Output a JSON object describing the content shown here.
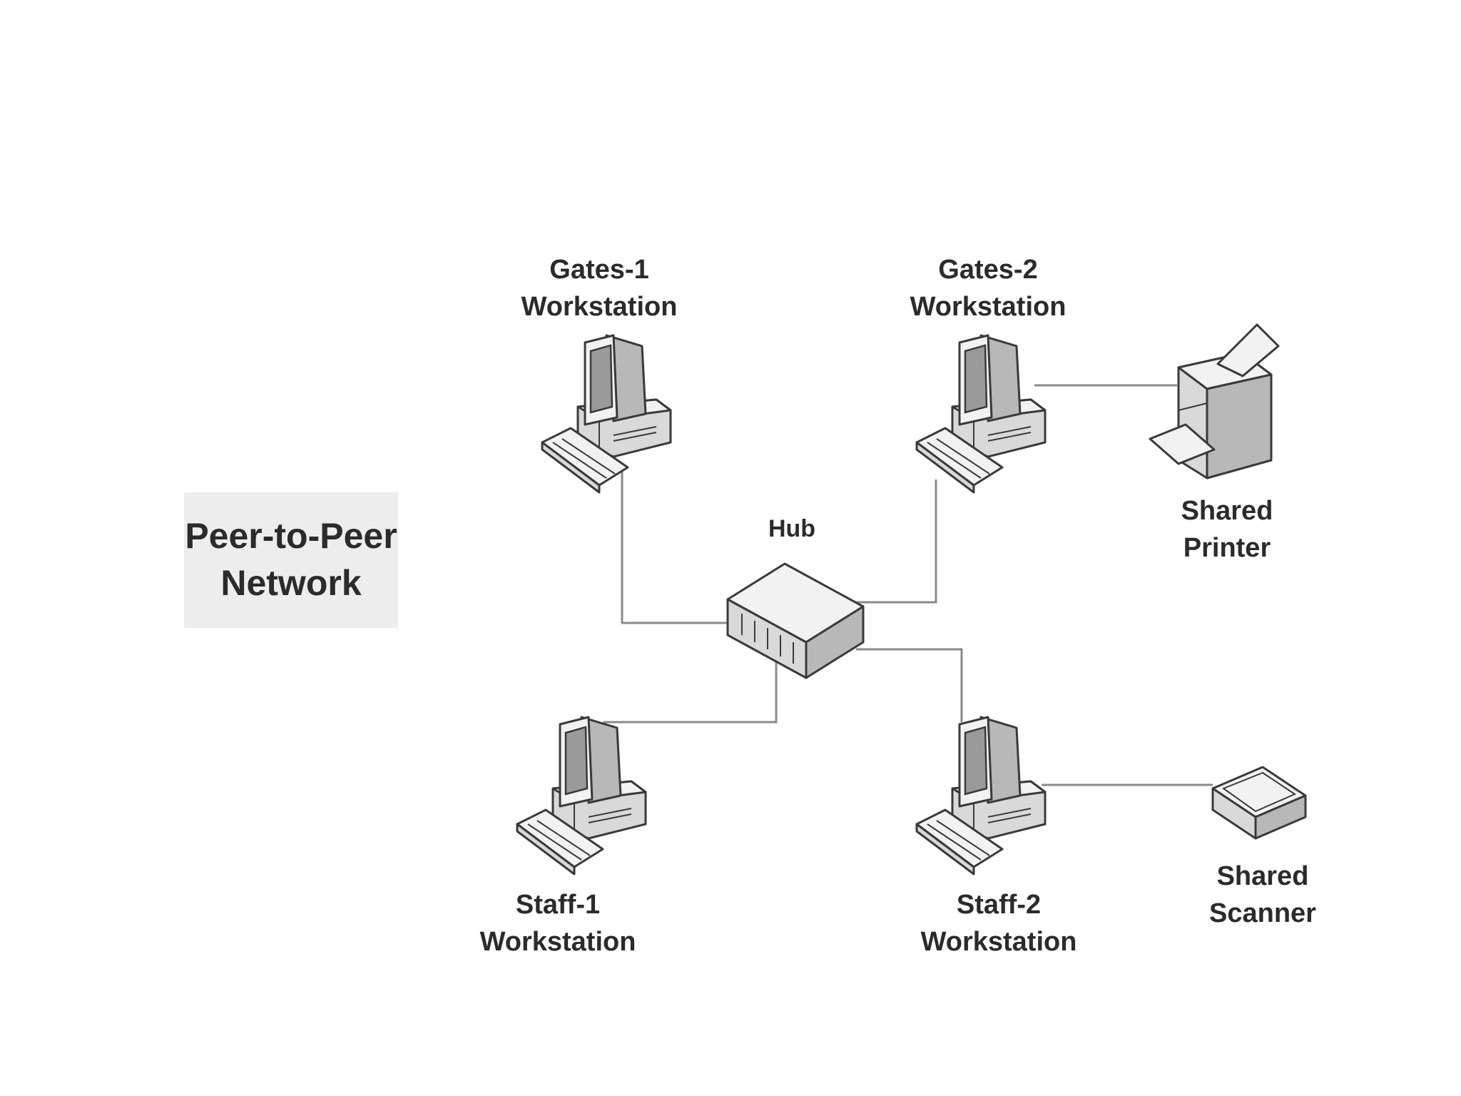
{
  "title": {
    "line1": "Peer-to-Peer",
    "line2": "Network"
  },
  "hub": {
    "label": "Hub",
    "icon": "hub-icon"
  },
  "nodes": {
    "gates1": {
      "line1": "Gates-1",
      "line2": "Workstation",
      "icon": "workstation-icon"
    },
    "gates2": {
      "line1": "Gates-2",
      "line2": "Workstation",
      "icon": "workstation-icon"
    },
    "staff1": {
      "line1": "Staff-1",
      "line2": "Workstation",
      "icon": "workstation-icon"
    },
    "staff2": {
      "line1": "Staff-2",
      "line2": "Workstation",
      "icon": "workstation-icon"
    },
    "printer": {
      "line1": "Shared",
      "line2": "Printer",
      "icon": "printer-icon"
    },
    "scanner": {
      "line1": "Shared",
      "line2": "Scanner",
      "icon": "scanner-icon"
    }
  },
  "connections": [
    [
      "gates1",
      "hub"
    ],
    [
      "gates2",
      "hub"
    ],
    [
      "staff1",
      "hub"
    ],
    [
      "staff2",
      "hub"
    ],
    [
      "gates2",
      "printer"
    ],
    [
      "staff2",
      "scanner"
    ]
  ],
  "colors": {
    "wire": "#8a8a8a",
    "title_box": "#ededed",
    "text": "#2b2b2b"
  }
}
